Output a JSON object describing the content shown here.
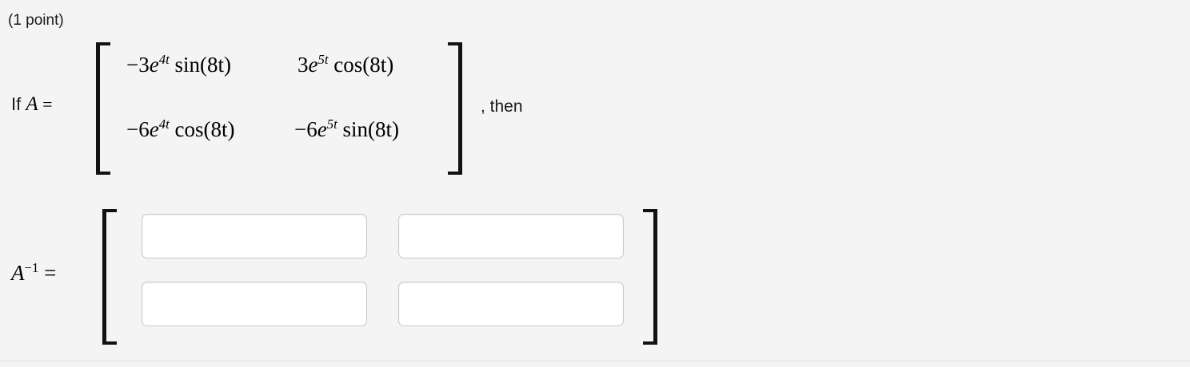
{
  "page": {
    "background_color": "#f4f4f4",
    "divider_color": "#e0e0e0",
    "points_label": "(1 point)"
  },
  "statement": {
    "if_keyword": "If",
    "matrix_symbol": "A",
    "equals": "=",
    "then_text": ", then"
  },
  "given_matrix": {
    "rows": [
      [
        {
          "coefficient": "−3",
          "base": "e",
          "exponent": "4t",
          "trig": "sin(8t)"
        },
        {
          "coefficient": "3",
          "base": "e",
          "exponent": "5t",
          "trig": "cos(8t)"
        }
      ],
      [
        {
          "coefficient": "−6",
          "base": "e",
          "exponent": "4t",
          "trig": "cos(8t)"
        },
        {
          "coefficient": "−6",
          "base": "e",
          "exponent": "5t",
          "trig": "sin(8t)"
        }
      ]
    ]
  },
  "answer": {
    "label_symbol": "A",
    "label_exponent": "−1",
    "label_equals": "=",
    "inputs": [
      [
        {
          "value": "",
          "placeholder": ""
        },
        {
          "value": "",
          "placeholder": ""
        }
      ],
      [
        {
          "value": "",
          "placeholder": ""
        },
        {
          "value": "",
          "placeholder": ""
        }
      ]
    ]
  }
}
